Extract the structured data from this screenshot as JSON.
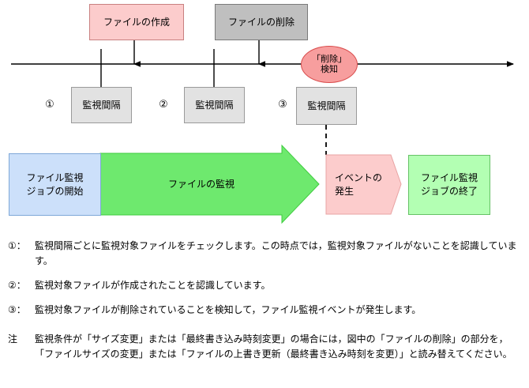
{
  "timeline": {
    "events": [
      {
        "id": "file-create",
        "label": "ファイルの作成",
        "style": "pink"
      },
      {
        "id": "file-delete",
        "label": "ファイルの削除",
        "style": "gray"
      }
    ],
    "detection": {
      "label": "「削除」\n検知"
    },
    "markers": [
      "①",
      "②",
      "③"
    ],
    "intervals": [
      {
        "label": "監視間隔"
      },
      {
        "label": "監視間隔"
      },
      {
        "label": "監視間隔"
      }
    ]
  },
  "flow": {
    "start": "ファイル監視\nジョブの開始",
    "monitor": "ファイルの監視",
    "event": "イベントの\n発生",
    "end": "ファイル監視\nジョブの終了"
  },
  "notes": [
    {
      "marker": "①：",
      "text": "監視間隔ごとに監視対象ファイルをチェックします。この時点では，監視対象ファイルがないことを認識しています。"
    },
    {
      "marker": "②：",
      "text": "監視対象ファイルが作成されたことを認識しています。"
    },
    {
      "marker": "③：",
      "text": "監視対象ファイルが削除されていることを検知して，ファイル監視イベントが発生します。"
    },
    {
      "marker": "注",
      "text": "監視条件が「サイズ変更」または「最終書き込み時刻変更」の場合には，図中の「ファイルの削除」の部分を，「ファイルサイズの変更」または「ファイルの上書き更新（最終書き込み時刻を変更）」と読み替えてください。"
    }
  ],
  "colors": {
    "pink_fill": "#FCCCCC",
    "pink_border": "#C88080",
    "gray_fill": "#BFBFBF",
    "gray_border": "#7A7A7A",
    "interval_fill": "#E2E2E2",
    "interval_border": "#9A9A9A",
    "detect_fill": "#F79E9E",
    "detect_border": "#D94B4B",
    "blue_fill": "#CCE0FA",
    "blue_border": "#7FA8D8",
    "green_fill": "#6EE96E",
    "green_border": "#3FCC3F",
    "lightgreen_fill": "#B3FFB3",
    "lightgreen_border": "#66C266",
    "line": "#000000"
  }
}
